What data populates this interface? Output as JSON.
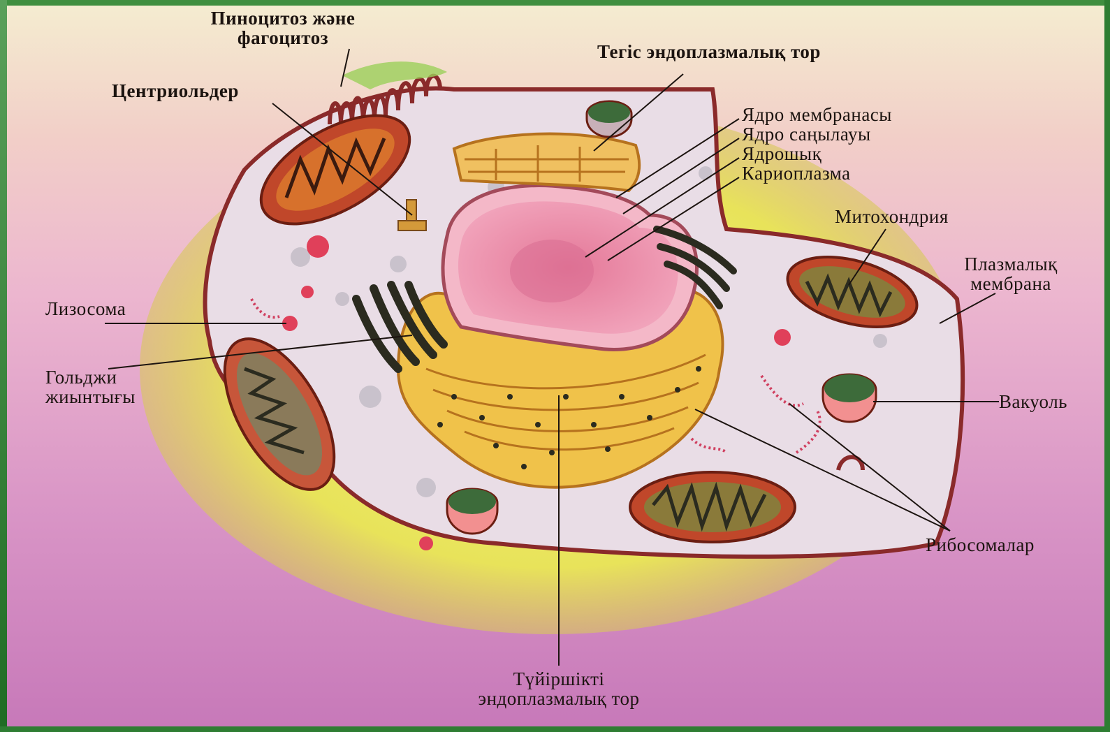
{
  "labels": {
    "pinocytosis_line1": "Пиноцитоз және",
    "pinocytosis_line2": "фагоцитоз",
    "smooth_er": "Тегіс эндоплазмалық тор",
    "centrioles": "Центриольдер",
    "nuclear_membrane": "Ядро мембранасы",
    "nuclear_pore": "Ядро саңылауы",
    "nucleolus": "Ядрошық",
    "karyoplasm": "Кариоплазма",
    "mitochondria": "Митохондрия",
    "plasma_membrane_line1": "Плазмалық",
    "plasma_membrane_line2": "мембрана",
    "lysosome": "Лизосома",
    "golgi_line1": "Гольджи",
    "golgi_line2": "жиынтығы",
    "vacuole": "Вакуоль",
    "ribosomes": "Рибосомалар",
    "rough_er_line1": "Түйіршікті",
    "rough_er_line2": "эндоплазмалық тор"
  },
  "colors": {
    "halo": "#e8e35a",
    "cytoplasm": "#e9dde6",
    "nucleus": "#e58aa8",
    "membrane": "#8a2a2a",
    "mitochondria": "#c0472a",
    "golgi": "#2b2b1f",
    "er": "#e6a640",
    "background_bottom": "#c779b9"
  }
}
